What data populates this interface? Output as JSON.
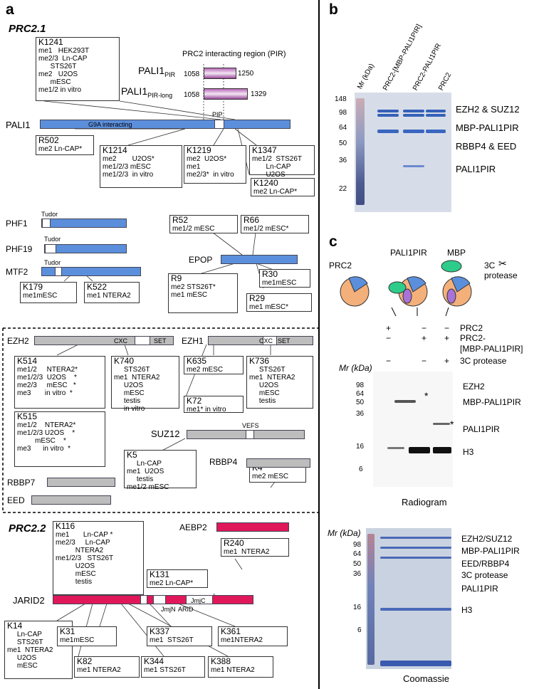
{
  "panels": {
    "a": "a",
    "b": "b",
    "c": "c"
  },
  "sections": {
    "prc21": "PRC2.1",
    "prc22": "PRC2.2"
  },
  "pir": {
    "title": "PRC2 interacting region (PIR)",
    "row1": {
      "label": "PALI1",
      "sub": "PIR",
      "start": "1058",
      "end": "1250"
    },
    "row2": {
      "label": "PALI1",
      "sub": "PIR-long",
      "start": "1058",
      "end": "1329"
    }
  },
  "proteins": {
    "pali1": "PALI1",
    "g9a": "G9A interacting",
    "pip": "PIP",
    "phf1": "PHF1",
    "phf19": "PHF19",
    "mtf2": "MTF2",
    "tudor": "Tudor",
    "epop": "EPOP",
    "ezh2": "EZH2",
    "ezh1": "EZH1",
    "cxc": "CXC",
    "set": "SET",
    "suz12": "SUZ12",
    "vefs": "VEFS",
    "rbbp4": "RBBP4",
    "rbbp7": "RBBP7",
    "eed": "EED",
    "aebp2": "AEBP2",
    "jarid2": "JARID2",
    "jmjn": "JmjN",
    "arid": "ARID",
    "jmjc": "JmjC"
  },
  "sites": {
    "K1241": {
      "title": "K1241",
      "lines": [
        "me1   HEK293T",
        "me2/3  Ln-CAP",
        "      STS26T",
        "me2   U2OS",
        "      mESC",
        "me1/2 in vitro"
      ]
    },
    "R502": {
      "title": "R502",
      "lines": [
        "me2 Ln-CAP*"
      ]
    },
    "K1214": {
      "title": "K1214",
      "lines": [
        "me2        U2OS*",
        "me1/2/3 mESC",
        "me1/2/3  in vitro"
      ]
    },
    "K1219": {
      "title": "K1219",
      "lines": [
        "me2  U2OS*",
        "me1",
        "me2/3*  in vitro"
      ]
    },
    "K1347": {
      "title": "K1347",
      "lines": [
        "me1/2  STS26T",
        "       Ln-CAP",
        "       U2OS"
      ]
    },
    "K1240": {
      "title": "K1240",
      "lines": [
        "me2 Ln-CAP*"
      ]
    },
    "R52": {
      "title": "R52",
      "lines": [
        "me1/2 mESC"
      ]
    },
    "R66": {
      "title": "R66",
      "lines": [
        "me1/2 mESC*"
      ]
    },
    "K179": {
      "title": "K179",
      "lines": [
        "me1mESC"
      ]
    },
    "K522": {
      "title": "K522",
      "lines": [
        "me1 NTERA2"
      ]
    },
    "R9": {
      "title": "R9",
      "lines": [
        "me2 STS26T*",
        "me1 mESC"
      ]
    },
    "R30": {
      "title": "R30",
      "lines": [
        "me1mESC"
      ]
    },
    "R29": {
      "title": "R29",
      "lines": [
        "me1 mESC*"
      ]
    },
    "K514": {
      "title": "K514",
      "lines": [
        "me1/2     NTERA2*",
        "me1/2/3  U2OS    *",
        "me2/3     mESC   *",
        "me3       in vitro  *"
      ]
    },
    "K740": {
      "title": "K740",
      "lines": [
        "     STS26T",
        "me1  NTERA2",
        "     U2OS",
        "     mESC",
        "     testis",
        "     in vitro"
      ]
    },
    "K635": {
      "title": "K635",
      "lines": [
        "me2 mESC"
      ]
    },
    "K736": {
      "title": "K736",
      "lines": [
        "     STS26T",
        "me1  NTERA2",
        "     U2OS",
        "     mESC",
        "     testis"
      ]
    },
    "K72": {
      "title": "K72",
      "lines": [
        "me1* in vitro"
      ]
    },
    "K515": {
      "title": "K515",
      "lines": [
        "me1/2    NTERA2*",
        "me1/2/3 U2OS    *",
        "         mESC    *",
        "me3      in vitro  *"
      ]
    },
    "K5": {
      "title": "K5",
      "lines": [
        "     Ln-CAP",
        "me1  U2OS",
        "     testis",
        "me1/2 mESC"
      ]
    },
    "K4": {
      "title": "K4",
      "lines": [
        "me2 mESC"
      ]
    },
    "K116": {
      "title": "K116",
      "lines": [
        "me1       Ln-CAP *",
        "me2/3     Ln-CAP",
        "          NTERA2",
        "me1/2/3   STS26T",
        "          U2OS",
        "          mESC",
        "          testis"
      ]
    },
    "R240": {
      "title": "R240",
      "lines": [
        "me1  NTERA2"
      ]
    },
    "K131": {
      "title": "K131",
      "lines": [
        "me2 Ln-CAP*"
      ]
    },
    "K14": {
      "title": "K14",
      "lines": [
        "     Ln-CAP",
        "     STS26T",
        "me1  NTERA2",
        "     U2OS",
        "     mESC"
      ]
    },
    "K31": {
      "title": "K31",
      "lines": [
        "me1mESC"
      ]
    },
    "K337": {
      "title": "K337",
      "lines": [
        "me1  STS26T"
      ]
    },
    "K361": {
      "title": "K361",
      "lines": [
        "me1NTERA2"
      ]
    },
    "K82": {
      "title": "K82",
      "lines": [
        "me1 NTERA2"
      ]
    },
    "K344": {
      "title": "K344",
      "lines": [
        "me1 STS26T"
      ]
    },
    "K388": {
      "title": "K388",
      "lines": [
        "me1 NTERA2"
      ]
    }
  },
  "gelB": {
    "mr": "Mr (kDa)",
    "lanes": [
      "PRC2-[MBP-PALI1PIR]",
      "PRC2-PALI1PIR",
      "PRC2"
    ],
    "markers": [
      "148",
      "98",
      "64",
      "50",
      "36",
      "22"
    ],
    "bands": [
      "EZH2 & SUZ12",
      "MBP-PALI1PIR",
      "RBBP4 & EED",
      "PALI1PIR"
    ]
  },
  "panelC": {
    "cartoon": {
      "prc2": "PRC2",
      "pali": "PALI1PIR",
      "mbp": "MBP",
      "protease1": "3C",
      "protease2": "protease"
    },
    "rows": [
      {
        "label": "PRC2",
        "marks": [
          "+",
          "−",
          "−"
        ]
      },
      {
        "label": "PRC2-",
        "marks": [
          "−",
          "+",
          "+"
        ]
      },
      {
        "label": "[MBP-PALI1PIR]",
        "marks": [
          "",
          "",
          ""
        ]
      },
      {
        "label": "3C protease",
        "marks": [
          "−",
          "−",
          "+"
        ]
      }
    ],
    "mr": "Mr (kDa)",
    "radio": {
      "markers": [
        "98",
        "64",
        "50",
        "36",
        "16",
        "6"
      ],
      "bands": [
        "EZH2",
        "MBP-PALI1PIR",
        "PALI1PIR",
        "H3"
      ],
      "caption": "Radiogram",
      "star": "*"
    },
    "coom": {
      "mr": "Mr (kDa)",
      "markers": [
        "98",
        "64",
        "50",
        "36",
        "16",
        "6"
      ],
      "bands": [
        "EZH2/SUZ12",
        "MBP-PALI1PIR",
        "EED/RBBP4",
        "3C protease",
        "PALI1PIR",
        "H3"
      ],
      "caption": "Coomassie"
    }
  }
}
